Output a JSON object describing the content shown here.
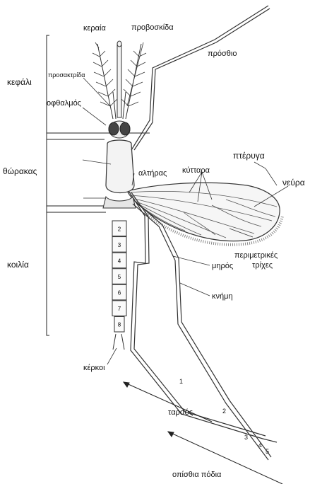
{
  "labels": {
    "antenna": "κεραία",
    "proboscis": "προβοσκίδα",
    "foreleg": "πρόσθιο",
    "head": "κεφάλι",
    "palp": "προσακτρίδα",
    "eye": "οφθαλμός",
    "thorax": "θώρακας",
    "wing": "πτέρυγα",
    "cells": "κύτταρα",
    "haltere": "αλτήρας",
    "veins": "νεύρα",
    "fringe_line1": "περιμετρικές",
    "fringe_line2": "τρίχες",
    "abdomen": "κοιλία",
    "femur": "μηρός",
    "tibia": "κνήμη",
    "cerci": "κέρκοι",
    "tarsus": "ταρσός",
    "hind_legs": "οπίσθια πόδια"
  },
  "segment_numbers": [
    "2",
    "3",
    "4",
    "5",
    "6",
    "7",
    "8"
  ],
  "tarsus_numbers": [
    "1",
    "2",
    "3",
    "4",
    "5"
  ]
}
